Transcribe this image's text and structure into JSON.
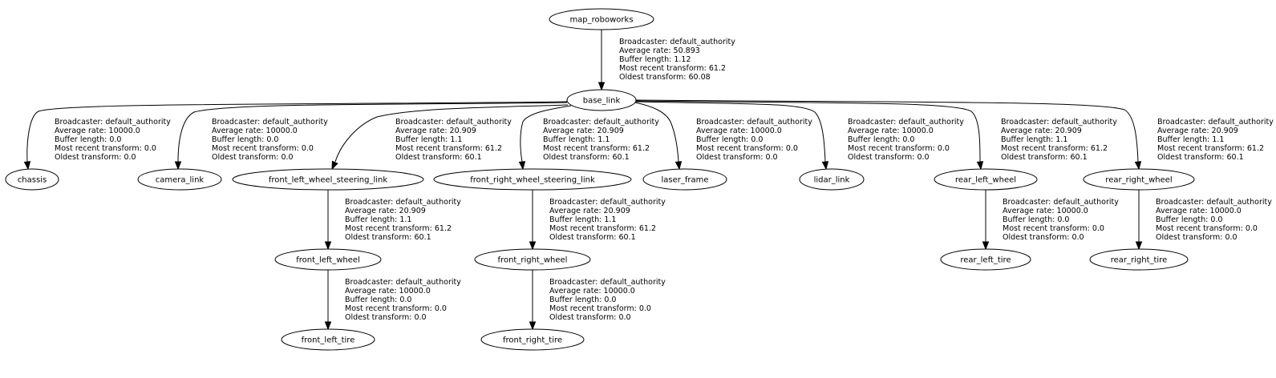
{
  "graph": {
    "nodes": {
      "map_roboworks": "map_roboworks",
      "base_link": "base_link",
      "chassis": "chassis",
      "camera_link": "camera_link",
      "front_left_wheel_steering_link": "front_left_wheel_steering_link",
      "front_right_wheel_steering_link": "front_right_wheel_steering_link",
      "laser_frame": "laser_frame",
      "lidar_link": "lidar_link",
      "rear_left_wheel": "rear_left_wheel",
      "rear_right_wheel": "rear_right_wheel",
      "front_left_wheel": "front_left_wheel",
      "front_right_wheel": "front_right_wheel",
      "rear_left_tire": "rear_left_tire",
      "rear_right_tire": "rear_right_tire",
      "front_left_tire": "front_left_tire",
      "front_right_tire": "front_right_tire"
    },
    "edges": {
      "map_to_base": [
        "Broadcaster: default_authority",
        "Average rate: 50.893",
        "Buffer length: 1.12",
        "Most recent transform: 61.2",
        "Oldest transform: 60.08"
      ],
      "base_to_chassis": [
        "Broadcaster: default_authority",
        "Average rate: 10000.0",
        "Buffer length: 0.0",
        "Most recent transform: 0.0",
        "Oldest transform: 0.0"
      ],
      "base_to_camera": [
        "Broadcaster: default_authority",
        "Average rate: 10000.0",
        "Buffer length: 0.0",
        "Most recent transform: 0.0",
        "Oldest transform: 0.0"
      ],
      "base_to_flws": [
        "Broadcaster: default_authority",
        "Average rate: 20.909",
        "Buffer length: 1.1",
        "Most recent transform: 61.2",
        "Oldest transform: 60.1"
      ],
      "base_to_frws": [
        "Broadcaster: default_authority",
        "Average rate: 20.909",
        "Buffer length: 1.1",
        "Most recent transform: 61.2",
        "Oldest transform: 60.1"
      ],
      "base_to_laser": [
        "Broadcaster: default_authority",
        "Average rate: 10000.0",
        "Buffer length: 0.0",
        "Most recent transform: 0.0",
        "Oldest transform: 0.0"
      ],
      "base_to_lidar": [
        "Broadcaster: default_authority",
        "Average rate: 10000.0",
        "Buffer length: 0.0",
        "Most recent transform: 0.0",
        "Oldest transform: 0.0"
      ],
      "base_to_rlw": [
        "Broadcaster: default_authority",
        "Average rate: 20.909",
        "Buffer length: 1.1",
        "Most recent transform: 61.2",
        "Oldest transform: 60.1"
      ],
      "base_to_rrw": [
        "Broadcaster: default_authority",
        "Average rate: 20.909",
        "Buffer length: 1.1",
        "Most recent transform: 61.2",
        "Oldest transform: 60.1"
      ],
      "flws_to_flw": [
        "Broadcaster: default_authority",
        "Average rate: 20.909",
        "Buffer length: 1.1",
        "Most recent transform: 61.2",
        "Oldest transform: 60.1"
      ],
      "frws_to_frw": [
        "Broadcaster: default_authority",
        "Average rate: 20.909",
        "Buffer length: 1.1",
        "Most recent transform: 61.2",
        "Oldest transform: 60.1"
      ],
      "rlw_to_rlt": [
        "Broadcaster: default_authority",
        "Average rate: 10000.0",
        "Buffer length: 0.0",
        "Most recent transform: 0.0",
        "Oldest transform: 0.0"
      ],
      "rrw_to_rrt": [
        "Broadcaster: default_authority",
        "Average rate: 10000.0",
        "Buffer length: 0.0",
        "Most recent transform: 0.0",
        "Oldest transform: 0.0"
      ],
      "flw_to_flt": [
        "Broadcaster: default_authority",
        "Average rate: 10000.0",
        "Buffer length: 0.0",
        "Most recent transform: 0.0",
        "Oldest transform: 0.0"
      ],
      "frw_to_frt": [
        "Broadcaster: default_authority",
        "Average rate: 10000.0",
        "Buffer length: 0.0",
        "Most recent transform: 0.0",
        "Oldest transform: 0.0"
      ]
    }
  }
}
